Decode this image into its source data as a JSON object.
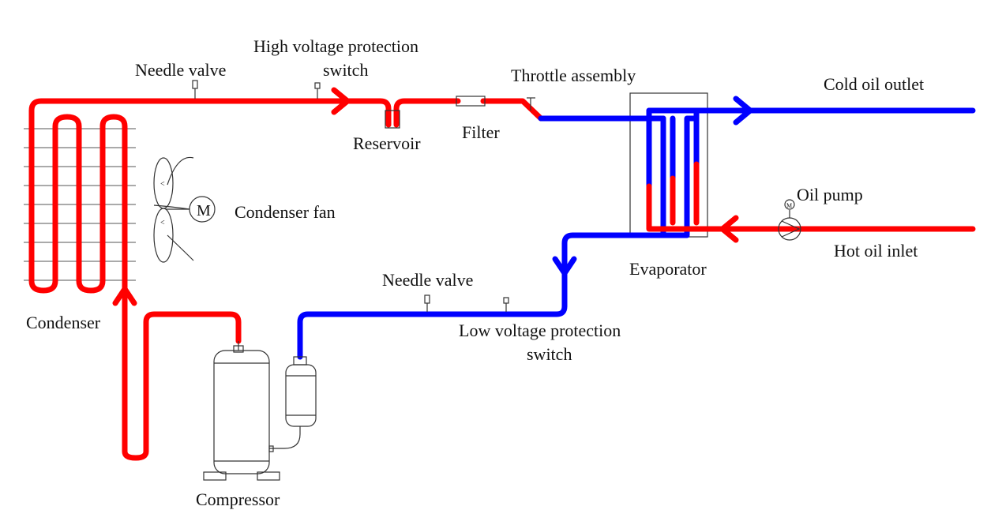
{
  "labels": {
    "needle_valve_top": "Needle valve",
    "hv_switch_line1": "High voltage protection",
    "hv_switch_line2": "switch",
    "throttle": "Throttle assembly",
    "cold_oil_outlet": "Cold oil outlet",
    "reservoir": "Reservoir",
    "filter": "Filter",
    "condenser_fan": "Condenser fan",
    "oil_pump": "Oil pump",
    "hot_oil_inlet": "Hot oil inlet",
    "evaporator": "Evaporator",
    "needle_valve_bottom": "Needle valve",
    "lv_switch_line1": "Low voltage protection",
    "lv_switch_line2": "switch",
    "condenser": "Condenser",
    "compressor": "Compressor",
    "motor_symbol": "M",
    "pump_motor_symbol": "M"
  },
  "colors": {
    "hot_line": "#ff0000",
    "cold_line": "#0000ff",
    "outline": "#333333"
  }
}
